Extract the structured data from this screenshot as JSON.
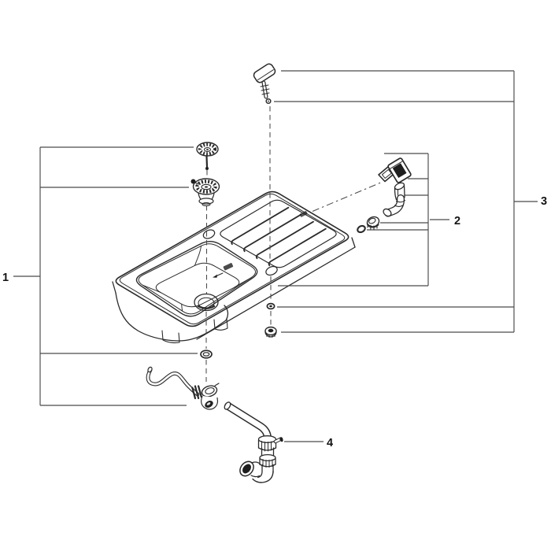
{
  "diagram": {
    "type": "exploded-parts-diagram",
    "callouts": [
      {
        "id": "callout-1",
        "label": "1"
      },
      {
        "id": "callout-2",
        "label": "2"
      },
      {
        "id": "callout-3",
        "label": "3"
      },
      {
        "id": "callout-4",
        "label": "4"
      }
    ],
    "colors": {
      "background": "#ffffff",
      "leader-line": "#4a4a4a",
      "part-line": "#2b2b2b",
      "dark-fill": "#1e1e1e"
    }
  }
}
